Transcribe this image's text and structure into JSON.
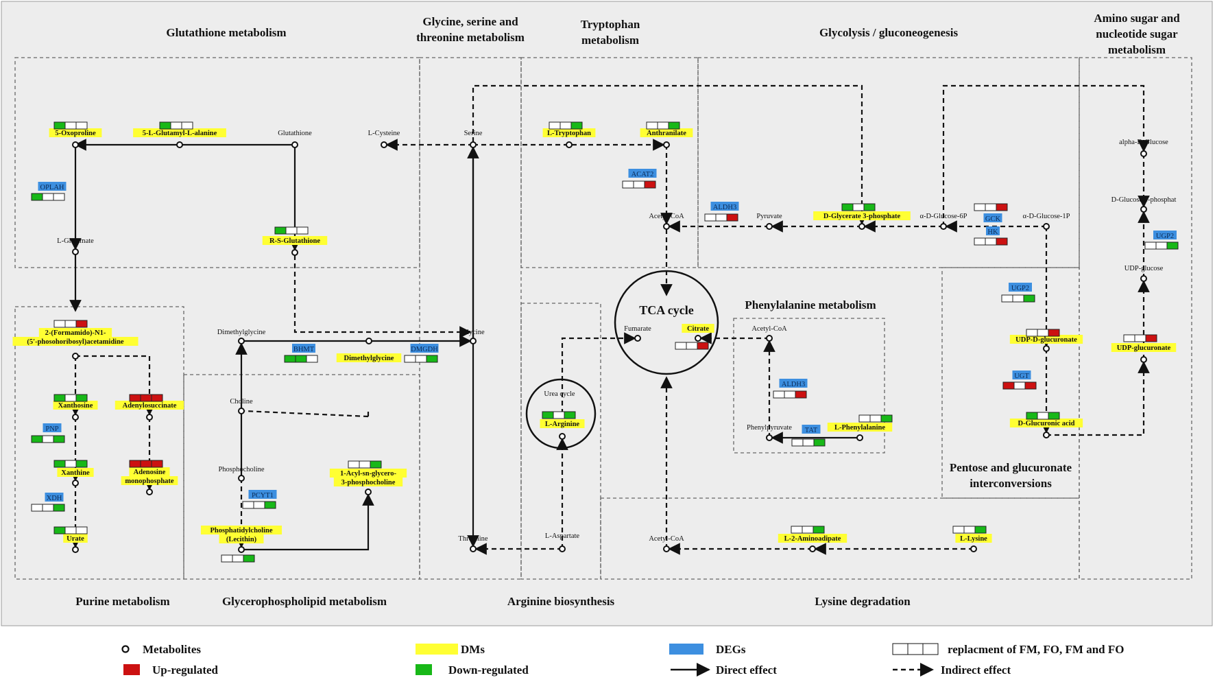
{
  "colors": {
    "up": "#cc1111",
    "down": "#18b818",
    "none": "#ffffff",
    "dm_highlight": "#ffff33",
    "deg_highlight": "#3d8fe0",
    "background": "#ededed",
    "line": "#111111"
  },
  "regions": {
    "glutathione": "Glutathione metabolism",
    "glycine": [
      "Glycine, serine and",
      "threonine metabolism"
    ],
    "tryptophan": [
      "Tryptophan",
      "metabolism"
    ],
    "glycolysis": "Glycolysis / gluconeogenesis",
    "amino_sugar": [
      "Amino sugar and",
      "nucleotide sugar",
      "metabolism"
    ],
    "phenylalanine": "Phenylalanine metabolism",
    "pentose": [
      "Pentose and glucuronate",
      "interconversions"
    ],
    "purine": "Purine metabolism",
    "glycerophospholipid": "Glycerophospholipid metabolism",
    "arginine": "Arginine biosynthesis",
    "lysine": "Lysine degradation",
    "tca": "TCA cycle",
    "urea": "Urea cycle"
  },
  "metabolites": {
    "oxoproline": "5-Oxoproline",
    "glutamyl_alanine": "5-L-Glutamyl-L-alanine",
    "glutathione": "Glutathione",
    "l_cysteine": "L-Cysteine",
    "serine": "Serine",
    "l_tryptophan": "L-Tryptophan",
    "anthranilate": "Anthranilate",
    "alpha_d_glucose": "alpha-D-Glucose",
    "d_glucose_1p": "D-Glucose 1-phosphat",
    "l_glutamate": "L-Glutamate",
    "rs_glutathione": "R-S-Glutathione",
    "acetyl_coa_top": "Acetyl-CoA",
    "pyruvate": "Pyruvate",
    "d_glycerate_3p": "D-Glycerate 3-phosphate",
    "alpha_d_glucose_6p": "α-D-Glucose-6P",
    "alpha_d_glucose_1p": "α-D-Glucose-1P",
    "udp_glucose": "UDP-glucose",
    "formamido": [
      "2-(Formamido)-N1-",
      "(5'-phosohoribosyl)acetamidine"
    ],
    "dimethylglycine_left": "Dimethylglycine",
    "dimethylglycine_mid": "Dimethylglycine",
    "glycine": "Glycine",
    "fumarate": "Fumarate",
    "citrate": "Citrate",
    "acetyl_coa_phe": "Acetyl-CoA",
    "udp_d_glucuronate": "UDP-D-glucuronate",
    "udp_glucuronate": "UDP-glucuronate",
    "xanthosine": "Xanthosine",
    "adenylosuccinate": "Adenylosuccinate",
    "choline": "Choline",
    "phenylpyruvate": "Phenylpyruvate",
    "l_phenylalanine": "L-Phenylalanine",
    "l_arginine": "L-Arginine",
    "d_glucuronic_acid": "D-Glucuronic acid",
    "xanthine": "Xanthine",
    "adenosine_mp": [
      "Adenosine",
      "monophosphate"
    ],
    "phosphocholine": "Phosphocholine",
    "acyl_glycero": [
      "1-Acyl-sn-glycero-",
      "3-phosphocholine"
    ],
    "urate": "Urate",
    "phosphatidylcholine": [
      "Phosphatidylcholine",
      "(Lecithin)"
    ],
    "threonine": "Threonine",
    "l_aspartate": "L-Aspartate",
    "acetyl_coa_bottom": "Acetyl-CoA",
    "l_2_aminoadipate": "L-2-Aminoadipate",
    "l_lysine": "L-Lysine"
  },
  "genes": {
    "oplah": "OPLAH",
    "acat2": "ACAT2",
    "aldh3_top": "ALDH3",
    "gck": "GCK",
    "hk": "HK",
    "ugp2_right": "UGP2",
    "ugp2_mid": "UGP2",
    "bhmt": "BHMT",
    "dmgdh": "DMGDH",
    "aldh3_phe": "ALDH3",
    "ugt": "UGT",
    "tat": "TAT",
    "pnp": "PNP",
    "xdh": "XDH",
    "pcyt1": "PCYT1"
  },
  "expression": {
    "oxoproline": [
      "down",
      "none",
      "none"
    ],
    "glutamyl_alanine": [
      "down",
      "none",
      "none"
    ],
    "oplah": [
      "down",
      "none",
      "none"
    ],
    "rs_glutathione": [
      "down",
      "none",
      "none"
    ],
    "l_tryptophan": [
      "none",
      "none",
      "down"
    ],
    "anthranilate": [
      "none",
      "none",
      "down"
    ],
    "acat2": [
      "none",
      "none",
      "up"
    ],
    "aldh3_top": [
      "none",
      "none",
      "up"
    ],
    "d_glycerate_3p": [
      "down",
      "none",
      "down"
    ],
    "gck": [
      "none",
      "none",
      "up"
    ],
    "hk": [
      "none",
      "none",
      "up"
    ],
    "ugp2_right": [
      "none",
      "none",
      "down"
    ],
    "ugp2_mid": [
      "none",
      "none",
      "down"
    ],
    "formamido": [
      "none",
      "none",
      "up"
    ],
    "bhmt": [
      "down",
      "down",
      "none"
    ],
    "dmgdh": [
      "none",
      "none",
      "down"
    ],
    "citrate": [
      "none",
      "none",
      "up"
    ],
    "udp_d_glucuronate": [
      "none",
      "none",
      "up"
    ],
    "udp_glucuronate": [
      "none",
      "none",
      "up"
    ],
    "xanthosine": [
      "down",
      "none",
      "down"
    ],
    "adenylosuccinate": [
      "up",
      "up",
      "up"
    ],
    "pnp": [
      "down",
      "none",
      "down"
    ],
    "aldh3_phe": [
      "none",
      "none",
      "up"
    ],
    "ugt": [
      "up",
      "none",
      "up"
    ],
    "l_phenylalanine": [
      "none",
      "none",
      "down"
    ],
    "tat": [
      "none",
      "none",
      "down"
    ],
    "l_arginine": [
      "down",
      "none",
      "down"
    ],
    "d_glucuronic_acid": [
      "down",
      "none",
      "down"
    ],
    "xanthine": [
      "down",
      "none",
      "down"
    ],
    "adenosine_mp": [
      "up",
      "up",
      "up"
    ],
    "acyl_glycero": [
      "none",
      "none",
      "down"
    ],
    "xdh": [
      "none",
      "none",
      "down"
    ],
    "pcyt1": [
      "none",
      "none",
      "down"
    ],
    "urate": [
      "down",
      "none",
      "none"
    ],
    "phosphatidylcholine": [
      "none",
      "none",
      "down"
    ],
    "l_2_aminoadipate": [
      "none",
      "none",
      "down"
    ],
    "l_lysine": [
      "none",
      "none",
      "down"
    ]
  },
  "legend": {
    "metabolites": "Metabolites",
    "dms": "DMs",
    "degs": "DEGs",
    "replacement": "replacment of FM, FO, FM and FO",
    "up": "Up-regulated",
    "down": "Down-regulated",
    "direct": "Direct effect",
    "indirect": "Indirect effect"
  }
}
